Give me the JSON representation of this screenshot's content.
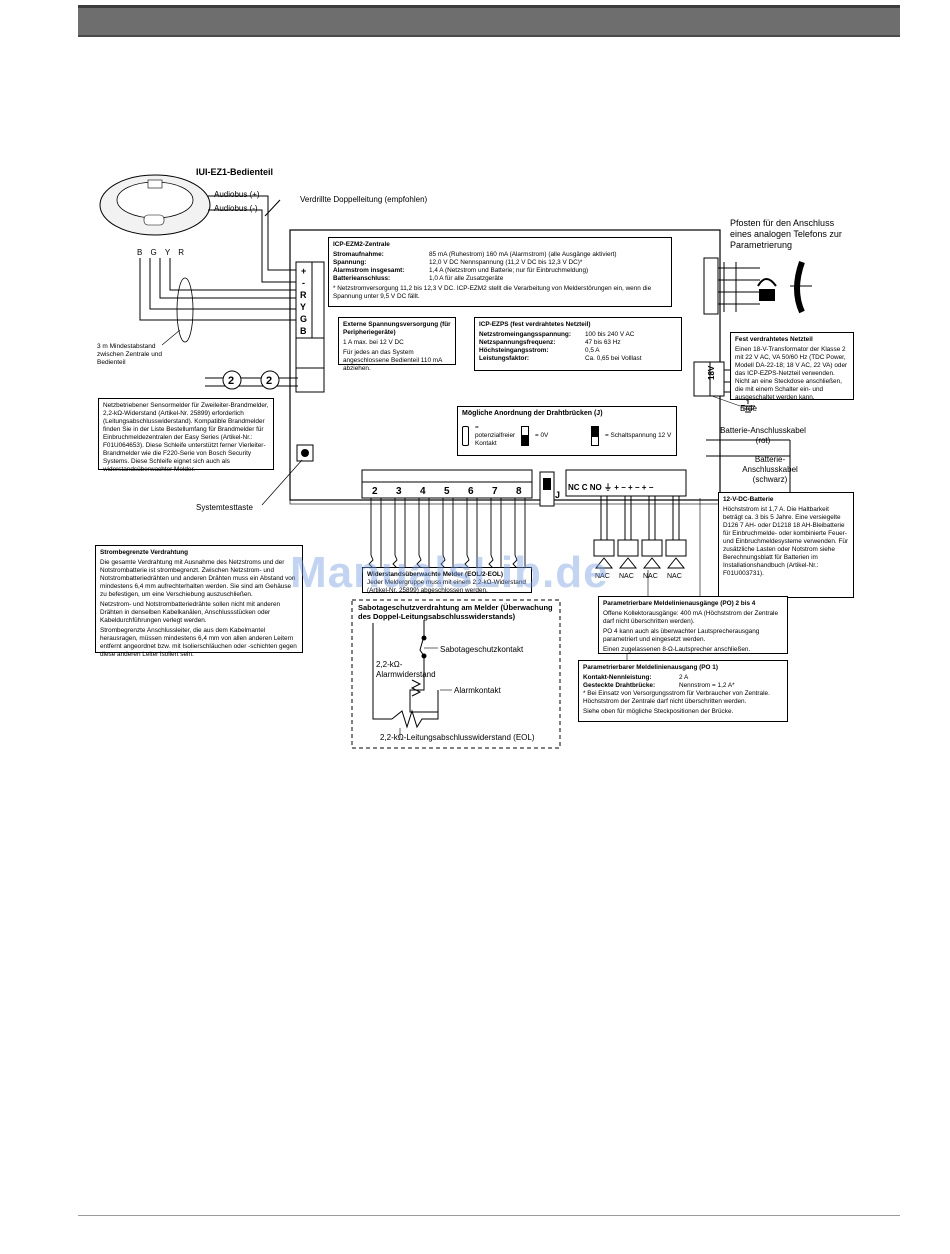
{
  "labels": {
    "keypad": "IUI-EZ1-Bedienteil",
    "audiobus_plus": "Audiobus (+)",
    "audiobus_minus": "Audiobus (-)",
    "twisted_pair": "Verdrillte Doppelleitung (empfohlen)",
    "wire_colors": "B G Y R",
    "min_distance": "3 m Mindestabstand zwischen Zentrale und Bedienteil",
    "posts": "Pfosten für den Anschluss eines analogen Telefons zur Parametrierung",
    "earth": "Erde",
    "batt_red": "Batterie-Anschlusskabel (rot)",
    "batt_black": "Batterie-Anschlusskabel (schwarz)",
    "system_test": "Systemtesttaste",
    "nac": "NAC",
    "alarm_kontakt": "Alarmkontakt",
    "sabotage_kontakt": "Sabotageschutzkontakt",
    "alarm_widerstand": "2,2-kΩ-Alarmwiderstand",
    "eol": "2,2-kΩ-Leitungsabschlusswiderstand (EOL)",
    "zone_numbers": [
      "2",
      "3",
      "4",
      "5",
      "6",
      "7",
      "8"
    ],
    "terminal_labels": "NC C NO ⏚ + − + − + −",
    "keypad_terminals": [
      "+",
      "-",
      "R",
      "Y",
      "G",
      "B"
    ],
    "psu_label": "18V"
  },
  "panel_box": {
    "title": "ICP-EZM2-Zentrale",
    "rows": [
      {
        "k": "Stromaufnahme:",
        "v": "85 mA (Ruhestrom) 160 mA (Alarmstrom) (alle Ausgänge aktiviert)"
      },
      {
        "k": "Spannung:",
        "v": "12,0 V DC Nennspannung (11,2 V DC bis 12,3 V DC)*"
      },
      {
        "k": "Alarmstrom insgesamt:",
        "v": "1,4 A (Netzstrom und Batterie; nur für Einbruchmeldung)"
      },
      {
        "k": "Batterieanschluss:",
        "v": "1,0 A für alle Zusatzgeräte"
      }
    ],
    "note": "* Netzstromversorgung 11,2 bis 12,3 V DC. ICP-EZM2 stellt die Verarbeitung von Melderstörungen ein, wenn die Spannung unter 9,5 V DC fällt."
  },
  "ext_supply_box": {
    "title": "Externe Spannungsversorgung (für Peripheriegeräte)",
    "lines": [
      "1 A max. bei 12 V DC",
      "Für jedes an das System angeschlossene Bedienteil 110 mA abziehen."
    ]
  },
  "psu_box": {
    "title": "ICP-EZPS (fest verdrahtetes Netzteil)",
    "rows": [
      {
        "k": "Netzstromeingangsspannung:",
        "v": "100 bis 240 V AC"
      },
      {
        "k": "Netzspannungsfrequenz:",
        "v": "47 bis 63 Hz"
      },
      {
        "k": "Höchsteingangsstrom:",
        "v": "0,5 A"
      },
      {
        "k": "Leistungsfaktor:",
        "v": "Ca. 0,65 bei Volllast"
      }
    ]
  },
  "jumper_box": {
    "title": "Mögliche Anordnung der Drahtbrücken (J)",
    "opt1": "= potenzialfreier Kontakt",
    "opt2": "= 0V",
    "opt3": "= Schaltspannung 12 V"
  },
  "netzteil_box": {
    "title": "Fest verdrahtetes Netzteil",
    "text": "Einen 18-V-Transformator der Klasse 2 mit 22 V AC, VA 50/60 Hz (TDC Power, Modell DA-22-18; 18 V AC, 22 VA) oder das ICP-EZPS-Netzteil verwenden. Nicht an eine Steckdose anschließen, die mit einem Schalter ein- und ausgeschaltet werden kann."
  },
  "battery_box": {
    "title": "12-V-DC-Batterie",
    "text": "Höchststrom ist 1,7 A. Die Haltbarkeit beträgt ca. 3 bis 5 Jahre. Eine versiegelte D126 7 AH- oder D1218 18 AH-Bleibatterie für Einbruchmelde- oder kombinierte Feuer- und Einbruchmeldesysteme verwenden. Für zusätzliche Lasten oder Notstrom siehe Berechnungsblatt für Batterien im Installationshandbuch (Artikel-Nr.: F01U003731)."
  },
  "sensor_box": {
    "text": "Netzbetriebener Sensormelder für Zweileiter-Brandmelder, 2,2-kΩ-Widerstand (Artikel-Nr. 25899) erforderlich (Leitungsabschlusswiderstand). Kompatible Brandmelder finden Sie in der Liste Bestellumfang für Brandmelder für Einbruchmeldezentralen der Easy Series (Artikel-Nr.: F01U064653). Diese Schleife unterstützt ferner Vierleiter-Brandmelder wie die F220-Serie von Bosch Security Systems. Diese Schleife eignet sich auch als widerstandsüberwachter Melder."
  },
  "power_limited_box": {
    "title": "Strombegrenzte Verdrahtung",
    "paragraphs": [
      "Die gesamte Verdrahtung mit Ausnahme des Netzstroms und der Notstrombatterie ist strombegrenzt. Zwischen Netzstrom- und Notstrombatteriedrähten und anderen Drähten muss ein Abstand von mindestens 6,4 mm aufrechterhalten werden. Sie sind am Gehäuse zu befestigen, um eine Verschiebung auszuschließen.",
      "Netzstrom- und Notstrombatteriedrähte sollen nicht mit anderen Drähten in denselben Kabelkanälen, Anschlussstücken oder Kabeldurchführungen verlegt werden.",
      "Strombegrenzte Anschlussleiter, die aus dem Kabelmantel herausragen, müssen mindestens 6,4 mm von allen anderen Leitern entfernt angeordnet bzw. mit Isolierschläuchen oder -schichten gegen diese anderen Leiter isoliert sein."
    ]
  },
  "resistor_box": {
    "title": "Widerstandsüberwachte Melder (EOL/2-EOL)",
    "text": "Jeder Meldergruppe muss mit einem 2,2-kΩ-Widerstand (Artikel-Nr. 25899) abgeschlossen werden."
  },
  "sabotage_box": {
    "title": "Sabotageschutzverdrahtung am Melder (Überwachung des Doppel-Leitungsabschlusswiderstands)"
  },
  "po24_box": {
    "title": "Parametrierbare Meldelinienausgänge (PO) 2 bis 4",
    "lines": [
      "Offene Kollektorausgänge: 400 mA (Höchststrom der Zentrale darf nicht überschritten werden).",
      "PO 4 kann auch als überwachter Lautsprecherausgang parametriert und eingesetzt werden.",
      "Einen zugelassenen 8-Ω-Lautsprecher anschließen."
    ]
  },
  "po1_box": {
    "title": "Parametrierbarer Meldelinienausgang (PO 1)",
    "rows": [
      {
        "k": "Kontakt-Nennleistung:",
        "v": "2 A"
      },
      {
        "k": "Gesteckte Drahtbrücke:",
        "v": "Nennstrom = 1,2 A*"
      }
    ],
    "note": "* Bei Einsatz von Versorgungsstrom für Verbraucher von Zentrale. Höchststrom der Zentrale darf nicht überschritten werden.",
    "footer": "Siehe oben für mögliche Steckpositionen der Brücke."
  },
  "watermark": "ManualsLib.de"
}
